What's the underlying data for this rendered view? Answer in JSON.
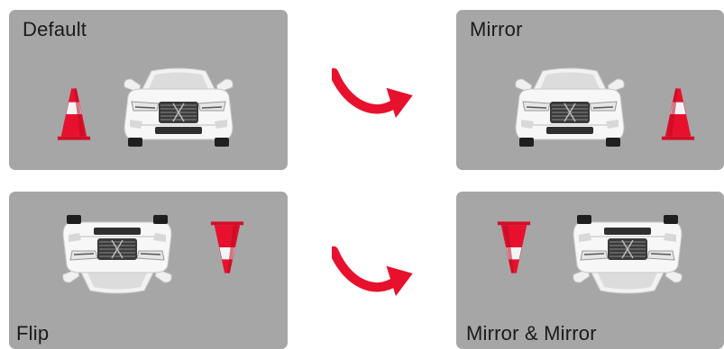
{
  "panels": [
    {
      "id": "default",
      "label": "Default"
    },
    {
      "id": "mirror",
      "label": "Mirror"
    },
    {
      "id": "flip",
      "label": "Flip"
    },
    {
      "id": "mirror-mirror",
      "label": "Mirror & Mirror"
    }
  ],
  "icons": {
    "car": "car-front-icon",
    "cone": "traffic-cone-icon",
    "arrow": "curved-arrow-icon"
  },
  "colors": {
    "panel_bg": "#a6a6a6",
    "arrow": "#e8112d",
    "cone": "#e8112d",
    "car_body": "#f4f4f4"
  }
}
